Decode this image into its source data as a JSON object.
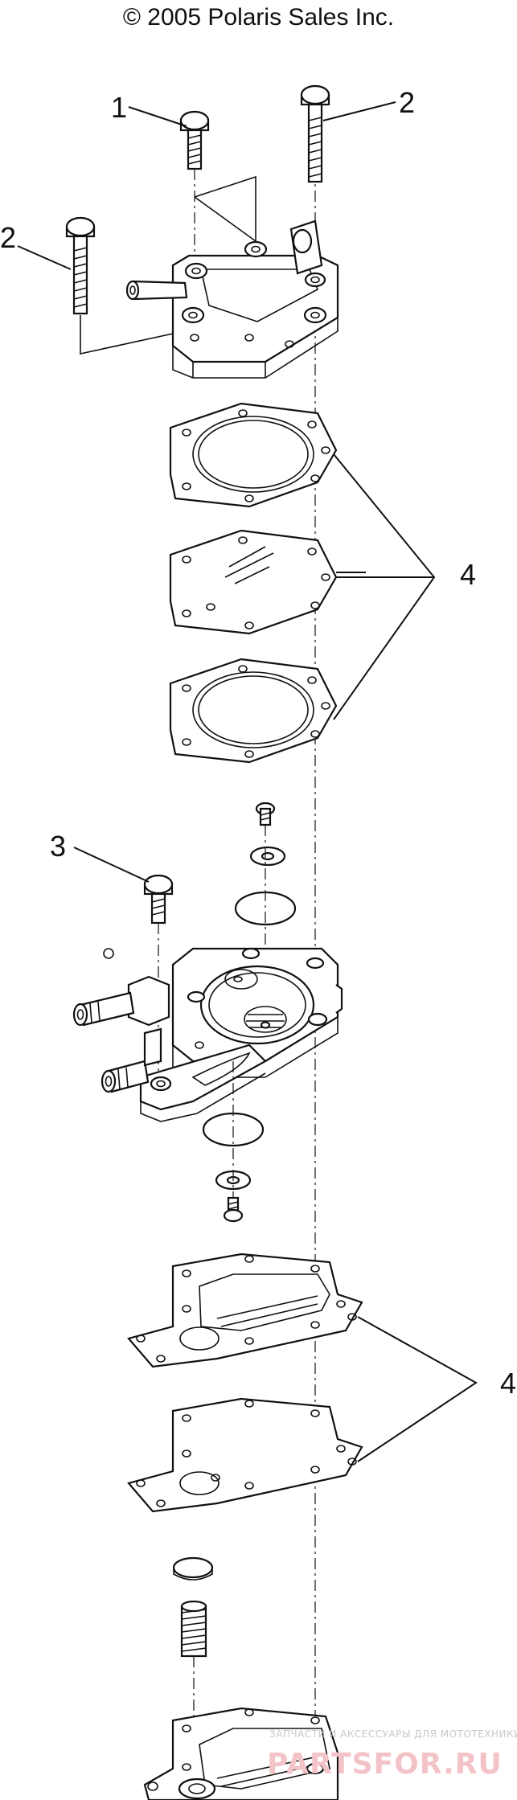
{
  "header": {
    "copyright": "© 2005 Polaris Sales Inc."
  },
  "callouts": [
    {
      "id": "c1",
      "label": "1"
    },
    {
      "id": "c2a",
      "label": "2"
    },
    {
      "id": "c2b",
      "label": "2"
    },
    {
      "id": "c4a",
      "label": "4"
    },
    {
      "id": "c3",
      "label": "3"
    },
    {
      "id": "c4b",
      "label": "4"
    }
  ],
  "watermark": {
    "caption": "ЗАПЧАСТИ И АКСЕССУАРЫ ДЛЯ МОТОТЕХНИКИ",
    "brand": "PARTSFOR.RU",
    "color": "#e8394c"
  }
}
